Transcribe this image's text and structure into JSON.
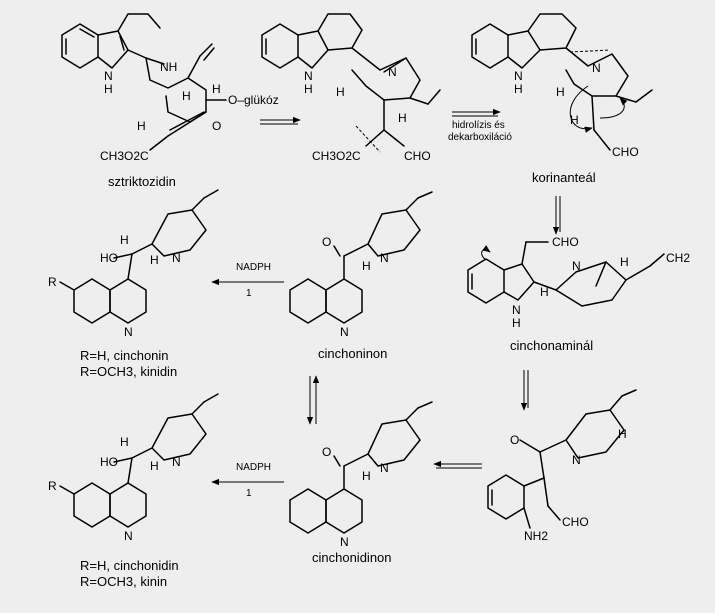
{
  "compounds": {
    "strictosidine": {
      "name": "sztriktozidin",
      "atoms": {
        "nh_ring": "NH",
        "indole_n": "N",
        "indole_h": "H",
        "glucoside": "O–glükóz",
        "ring_o": "O",
        "ester": "CH3O2C",
        "h1": "H",
        "h2": "H",
        "h3": "H"
      }
    },
    "aldehyde_ester": {
      "atoms": {
        "indole_n": "N",
        "indole_h": "H",
        "n4": "N",
        "h1": "H",
        "h2": "H",
        "ester": "CH3O2C",
        "cho": "CHO"
      }
    },
    "corynantheal": {
      "name": "korinanteál",
      "atoms": {
        "indole_n": "N",
        "indole_h": "H",
        "n4": "N",
        "h1": "H",
        "h2": "H",
        "cho": "CHO"
      }
    },
    "cinchonaminal": {
      "name": "cinchonaminál",
      "atoms": {
        "indole_n": "N",
        "indole_h": "H",
        "n": "N",
        "h1": "H",
        "h2": "H",
        "cho": "CHO",
        "vinyl": "CH2"
      }
    },
    "keto_aldehyde": {
      "atoms": {
        "o": "O",
        "n": "N",
        "h": "H",
        "cho": "CHO",
        "nh2": "NH2"
      }
    },
    "cinchoninone": {
      "name": "cinchoninon",
      "atoms": {
        "o": "O",
        "n": "N",
        "h": "H",
        "qn": "N"
      }
    },
    "cinchonidinone": {
      "name": "cinchonidinon",
      "atoms": {
        "o": "O",
        "n": "N",
        "h": "H",
        "qn": "N"
      }
    },
    "cinchonine": {
      "atoms": {
        "r": "R",
        "ho": "HO",
        "h": "H",
        "h2": "H",
        "n": "N",
        "qn": "N"
      },
      "caption_1": "R=H, cinchonin",
      "caption_2": "R=OCH3, kinidin"
    },
    "cinchonidine": {
      "atoms": {
        "r": "R",
        "ho": "HO",
        "h": "H",
        "h2": "H",
        "n": "N",
        "qn": "N"
      },
      "caption_1": "R=H, cinchonidin",
      "caption_2": "R=OCH3, kinin"
    }
  },
  "arrows": {
    "hydrolysis_line1": "hidrolízis és",
    "hydrolysis_line2": "dekarboxiláció",
    "nadph_top": "NADPH",
    "nadph_top_num": "1",
    "nadph_bottom": "NADPH",
    "nadph_bottom_num": "1"
  }
}
